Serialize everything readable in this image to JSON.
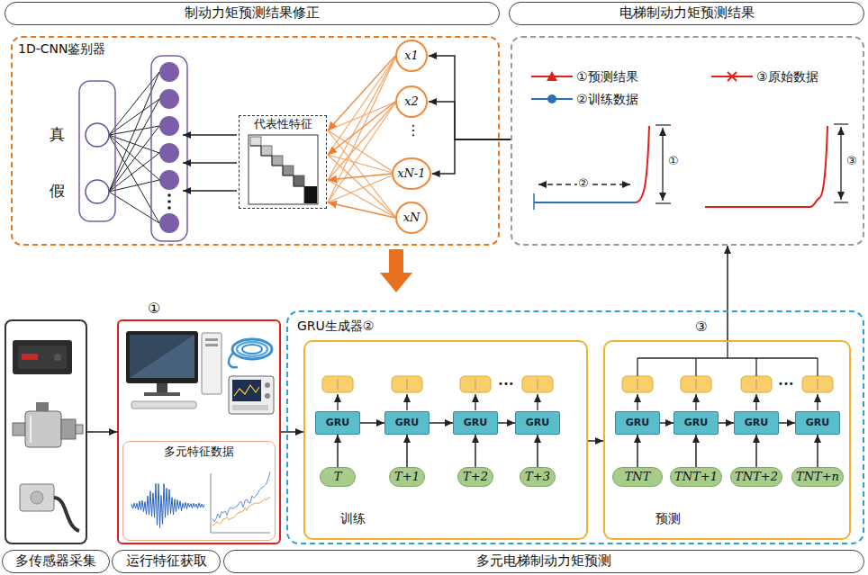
{
  "diagram": {
    "nodes": [
      {
        "text": [
          "制动力矩预测结果修正",
          "1D-CNN鉴别器"
        ]
      },
      {
        "text": [
          "代表性特征"
        ],
        "in": 0
      },
      {
        "text": [
          "x1"
        ],
        "in": 0
      },
      {
        "text": [
          "x2"
        ],
        "in": 0
      },
      {
        "text": [
          "xN-1"
        ],
        "in": 0
      },
      {
        "text": [
          "xN"
        ],
        "in": 0
      },
      {
        "text": [
          "电梯制动力矩预测结果"
        ]
      },
      {
        "text": [
          "多传感器采集"
        ]
      },
      {
        "text": [
          "①",
          "运行特征获取"
        ]
      },
      {
        "text": [
          "多元特征数据"
        ],
        "in": 8
      },
      {
        "text": [
          "GRU生成器②",
          "多元电梯制动力矩预测"
        ]
      },
      {
        "text": [
          "训练"
        ],
        "in": 10
      },
      {
        "text": [
          "GRU"
        ],
        "in": 11
      },
      {
        "text": [
          "GRU"
        ],
        "in": 11
      },
      {
        "text": [
          "GRU"
        ],
        "in": 11
      },
      {
        "text": [
          "GRU"
        ],
        "in": 11
      },
      {
        "text": [
          "T"
        ],
        "in": 11
      },
      {
        "text": [
          "T+1"
        ],
        "in": 11
      },
      {
        "text": [
          "T+2"
        ],
        "in": 11
      },
      {
        "text": [
          "T+3"
        ],
        "in": 11
      },
      {
        "text": [
          "预测"
        ],
        "in": 10
      },
      {
        "text": [
          "GRU"
        ],
        "in": 20
      },
      {
        "text": [
          "GRU"
        ],
        "in": 20
      },
      {
        "text": [
          "GRU"
        ],
        "in": 20
      },
      {
        "text": [
          "GRU"
        ],
        "in": 20
      },
      {
        "text": [
          "TNT"
        ],
        "in": 20
      },
      {
        "text": [
          "TNT+1"
        ],
        "in": 20
      },
      {
        "text": [
          "TNT+2"
        ],
        "in": 20
      },
      {
        "text": [
          "TNT+n"
        ],
        "in": 20
      }
    ],
    "edges": [
      {
        "from": 6,
        "to": 2,
        "arrow": "to"
      },
      {
        "from": 6,
        "to": 3,
        "arrow": "to"
      },
      {
        "from": 6,
        "to": 4,
        "arrow": "to"
      },
      {
        "from": 2,
        "to": 1,
        "arrow": "to"
      },
      {
        "from": 3,
        "to": 1,
        "arrow": "to"
      },
      {
        "from": 4,
        "to": 1,
        "arrow": "to"
      },
      {
        "from": 5,
        "to": 1,
        "arrow": "to"
      },
      {
        "from": 0,
        "to": 10,
        "arrow": "to"
      },
      {
        "from": 7,
        "to": 8,
        "arrow": "to"
      },
      {
        "from": 8,
        "to": 11,
        "arrow": "to"
      },
      {
        "from": 12,
        "to": 13,
        "arrow": "to"
      },
      {
        "from": 13,
        "to": 14,
        "arrow": "to"
      },
      {
        "from": 14,
        "to": 15,
        "arrow": "to"
      },
      {
        "from": 16,
        "to": 12,
        "arrow": "to"
      },
      {
        "from": 17,
        "to": 13,
        "arrow": "to"
      },
      {
        "from": 18,
        "to": 14,
        "arrow": "to"
      },
      {
        "from": 19,
        "to": 15,
        "arrow": "to"
      },
      {
        "from": 11,
        "to": 20,
        "arrow": "to"
      },
      {
        "from": 21,
        "to": 22,
        "arrow": "to"
      },
      {
        "from": 22,
        "to": 23,
        "arrow": "to"
      },
      {
        "from": 23,
        "to": 24,
        "arrow": "to"
      },
      {
        "from": 25,
        "to": 21,
        "arrow": "to"
      },
      {
        "from": 26,
        "to": 22,
        "arrow": "to"
      },
      {
        "from": 27,
        "to": 23,
        "arrow": "to"
      },
      {
        "from": 28,
        "to": 24,
        "arrow": "to"
      },
      {
        "from": 20,
        "to": 6,
        "arrow": "to"
      }
    ],
    "labels": [
      "真",
      "假",
      "⋮",
      "②",
      "①",
      "③",
      "③",
      "•••",
      "•••"
    ],
    "legend": [
      {
        "text": "①预测结果"
      },
      {
        "text": "②训练数据"
      },
      {
        "text": "③原始数据"
      }
    ]
  }
}
